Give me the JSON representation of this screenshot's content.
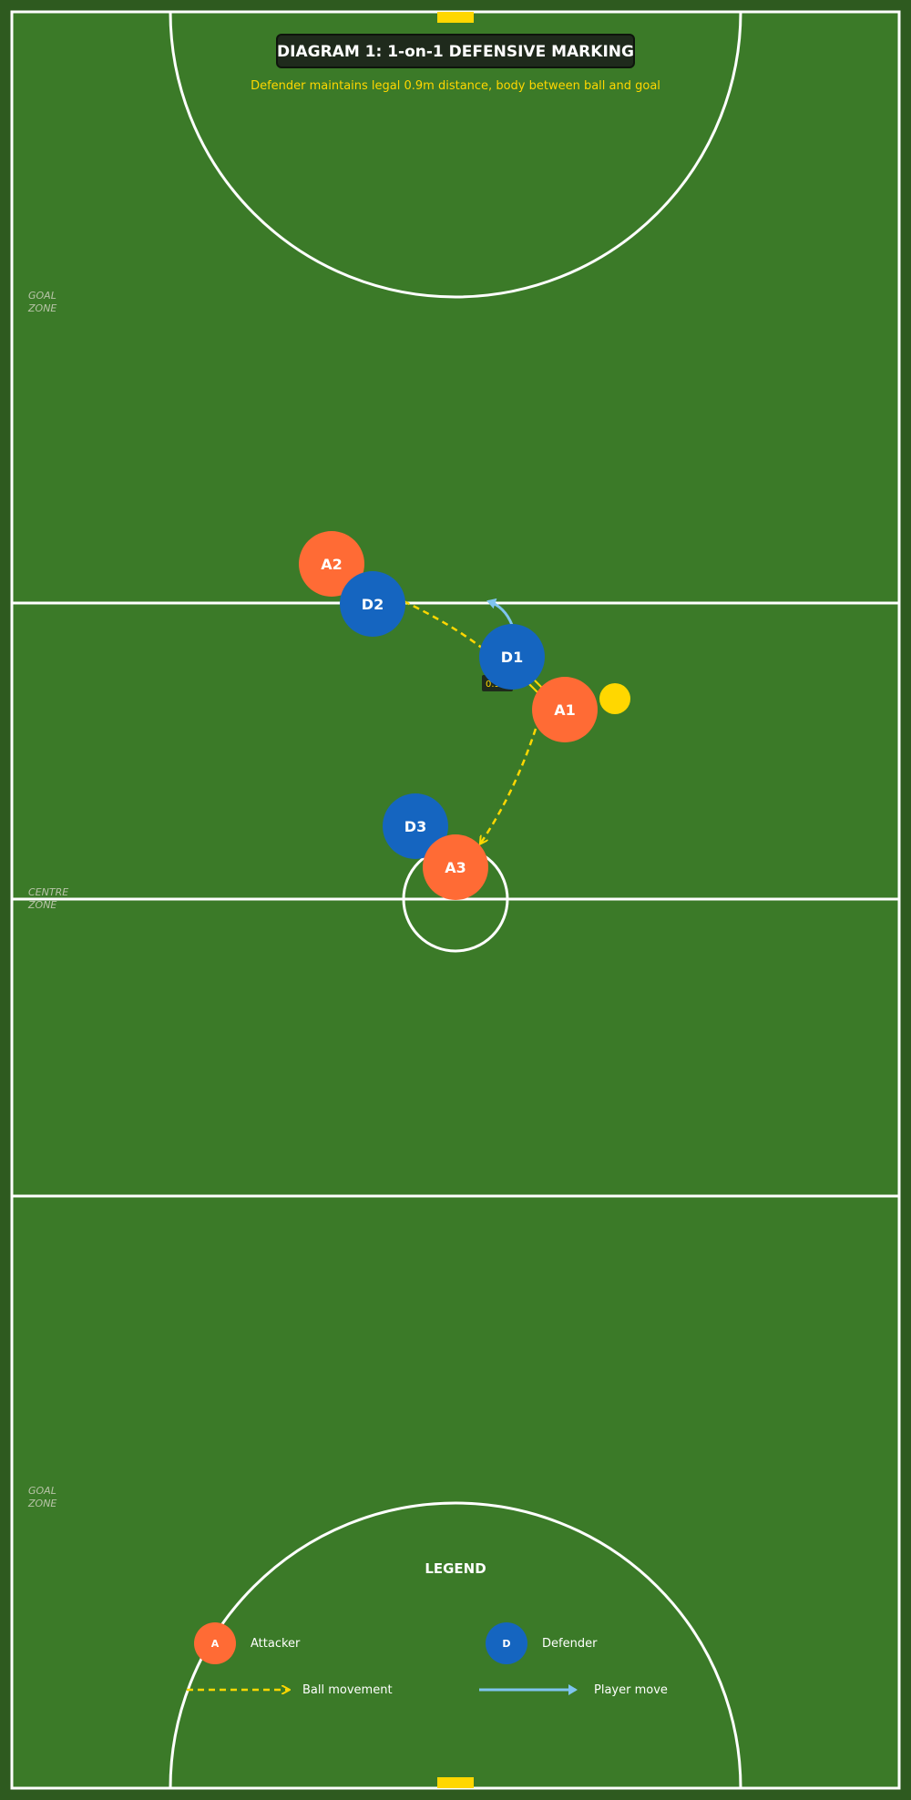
{
  "diagram": {
    "title": "DIAGRAM 1: 1-on-1 DEFENSIVE MARKING",
    "subtitle": "Defender maintains legal 0.9m distance, body between ball and goal",
    "distance_label": "0.9m",
    "colors": {
      "field": "#3b7a28",
      "border": "#2e5a1f",
      "lines": "#ffffff",
      "attacker": "#ff6b35",
      "defender": "#1565c0",
      "ball": "#ffd700",
      "ball_path": "#ffd700",
      "player_move": "#7fc4f0",
      "goal_post": "#ffd700",
      "title_box": "#1f2a1c"
    }
  },
  "zones": {
    "top_goal": [
      "GOAL",
      "ZONE"
    ],
    "centre": [
      "CENTRE",
      "ZONE"
    ],
    "bottom_goal": [
      "GOAL",
      "ZONE"
    ]
  },
  "players": {
    "attackers": [
      {
        "id": "A1",
        "label": "A1"
      },
      {
        "id": "A2",
        "label": "A2"
      },
      {
        "id": "A3",
        "label": "A3"
      }
    ],
    "defenders": [
      {
        "id": "D1",
        "label": "D1"
      },
      {
        "id": "D2",
        "label": "D2"
      },
      {
        "id": "D3",
        "label": "D3"
      }
    ]
  },
  "legend": {
    "title": "LEGEND",
    "attacker_symbol": "A",
    "attacker_label": "Attacker",
    "defender_symbol": "D",
    "defender_label": "Defender",
    "ball_label": "Ball movement",
    "move_label": "Player move"
  }
}
